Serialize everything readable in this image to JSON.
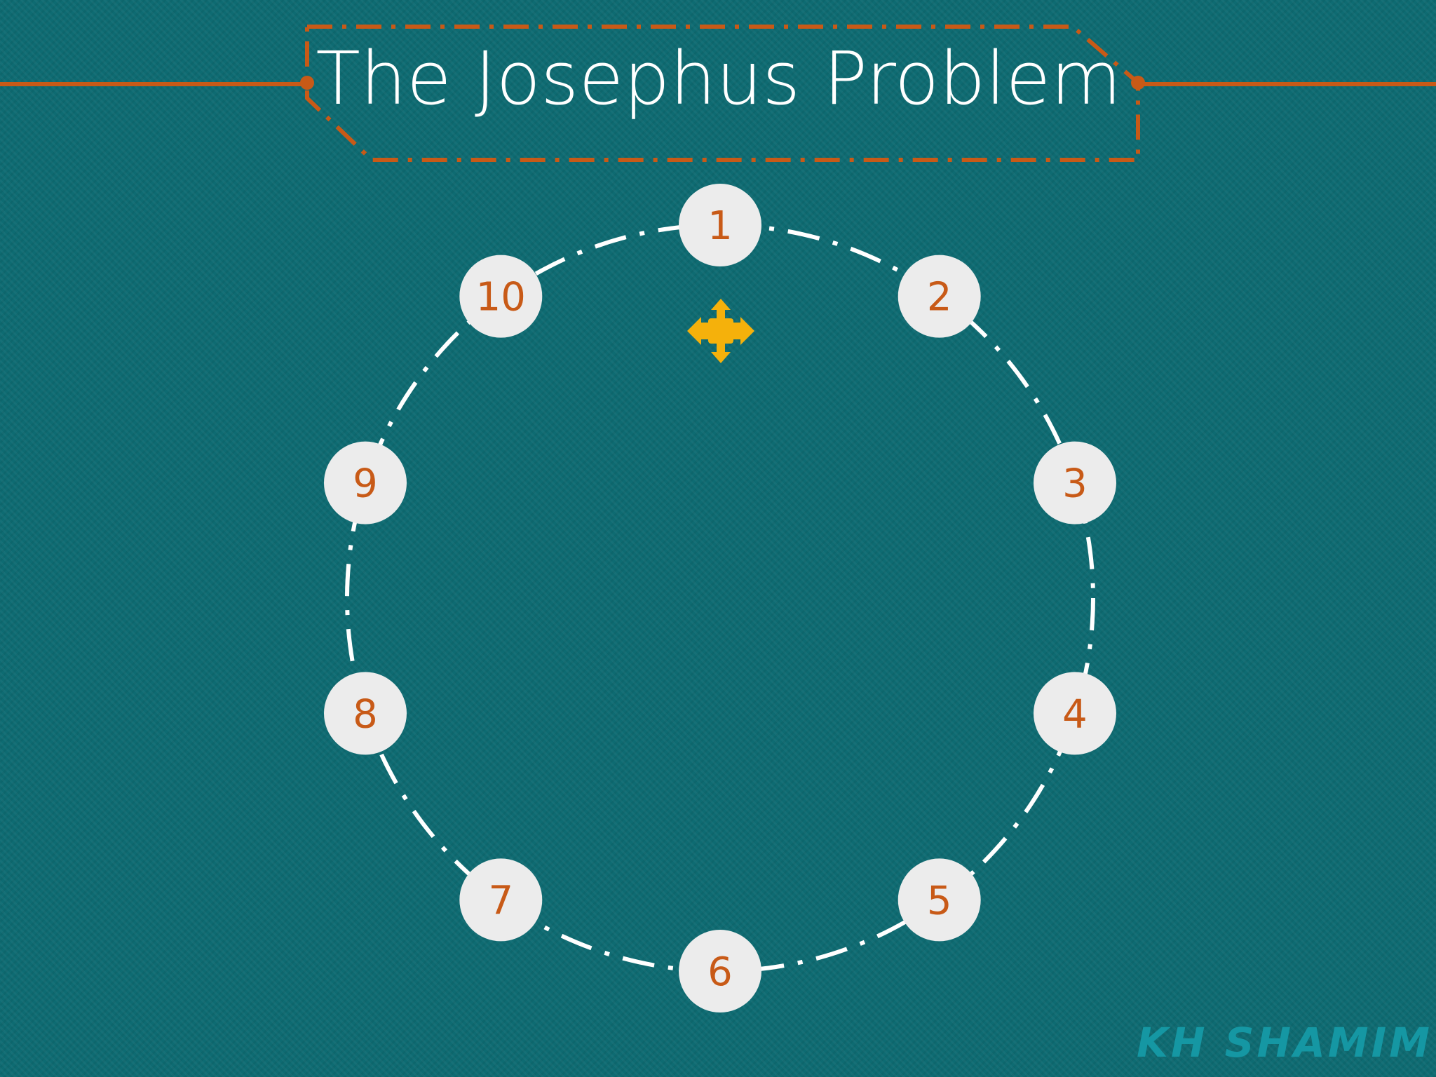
{
  "title": "The Josephus Problem",
  "people": [
    "1",
    "2",
    "3",
    "4",
    "5",
    "6",
    "7",
    "8",
    "9",
    "10"
  ],
  "watermark": "KH SHAMIM",
  "colors": {
    "background": "#0e6b72",
    "accent": "#c85a17",
    "circle_fill": "#ececec",
    "ring": "#ffffff",
    "marker": "#f5b10b"
  },
  "icons": {
    "marker": "move-arrows-icon"
  }
}
